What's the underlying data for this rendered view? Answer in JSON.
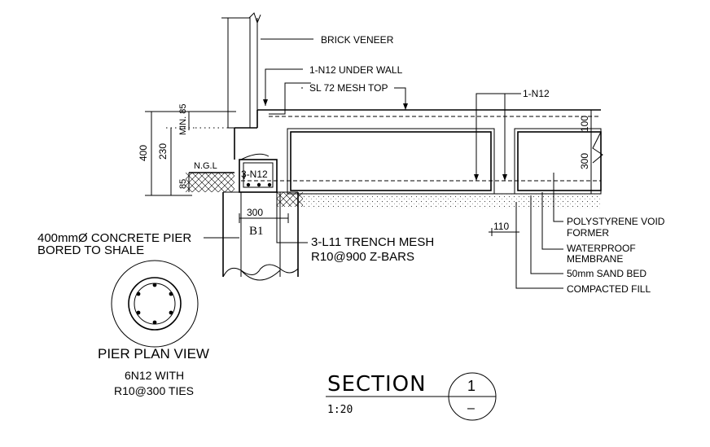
{
  "callouts": {
    "brick_veneer": "BRICK VENEER",
    "under_wall": "1-N12 UNDER WALL",
    "mesh_top": "SL 72 MESH TOP",
    "slab_bar": "1-N12",
    "polystyrene": "POLYSTYRENE VOID",
    "former": "FORMER",
    "waterproof": "WATERPROOF",
    "membrane": "MEMBRANE",
    "sand_bed": "50mm SAND BED",
    "compacted_fill": "COMPACTED FILL",
    "beam_bars": "3-N12",
    "trench_mesh": "3-L11 TRENCH MESH",
    "z_bars": "R10@900 Z-BARS",
    "pier_line1": "400mmØ CONCRETE PIER",
    "pier_line2": "BORED TO SHALE",
    "ngl": "N.G.L",
    "beam_mark": "B1"
  },
  "dimensions": {
    "min85": "MIN. 85",
    "d400": "400",
    "d230": "230",
    "d85": "85",
    "d300_width": "300",
    "d110": "110",
    "d100": "100",
    "d300_pod": "300"
  },
  "pier_plan": {
    "title": "PIER PLAN VIEW",
    "line1": "6N12 WITH",
    "line2": "R10@300 TIES"
  },
  "section": {
    "title": "SECTION",
    "scale": "1:20",
    "number": "1",
    "sheet": "–"
  }
}
